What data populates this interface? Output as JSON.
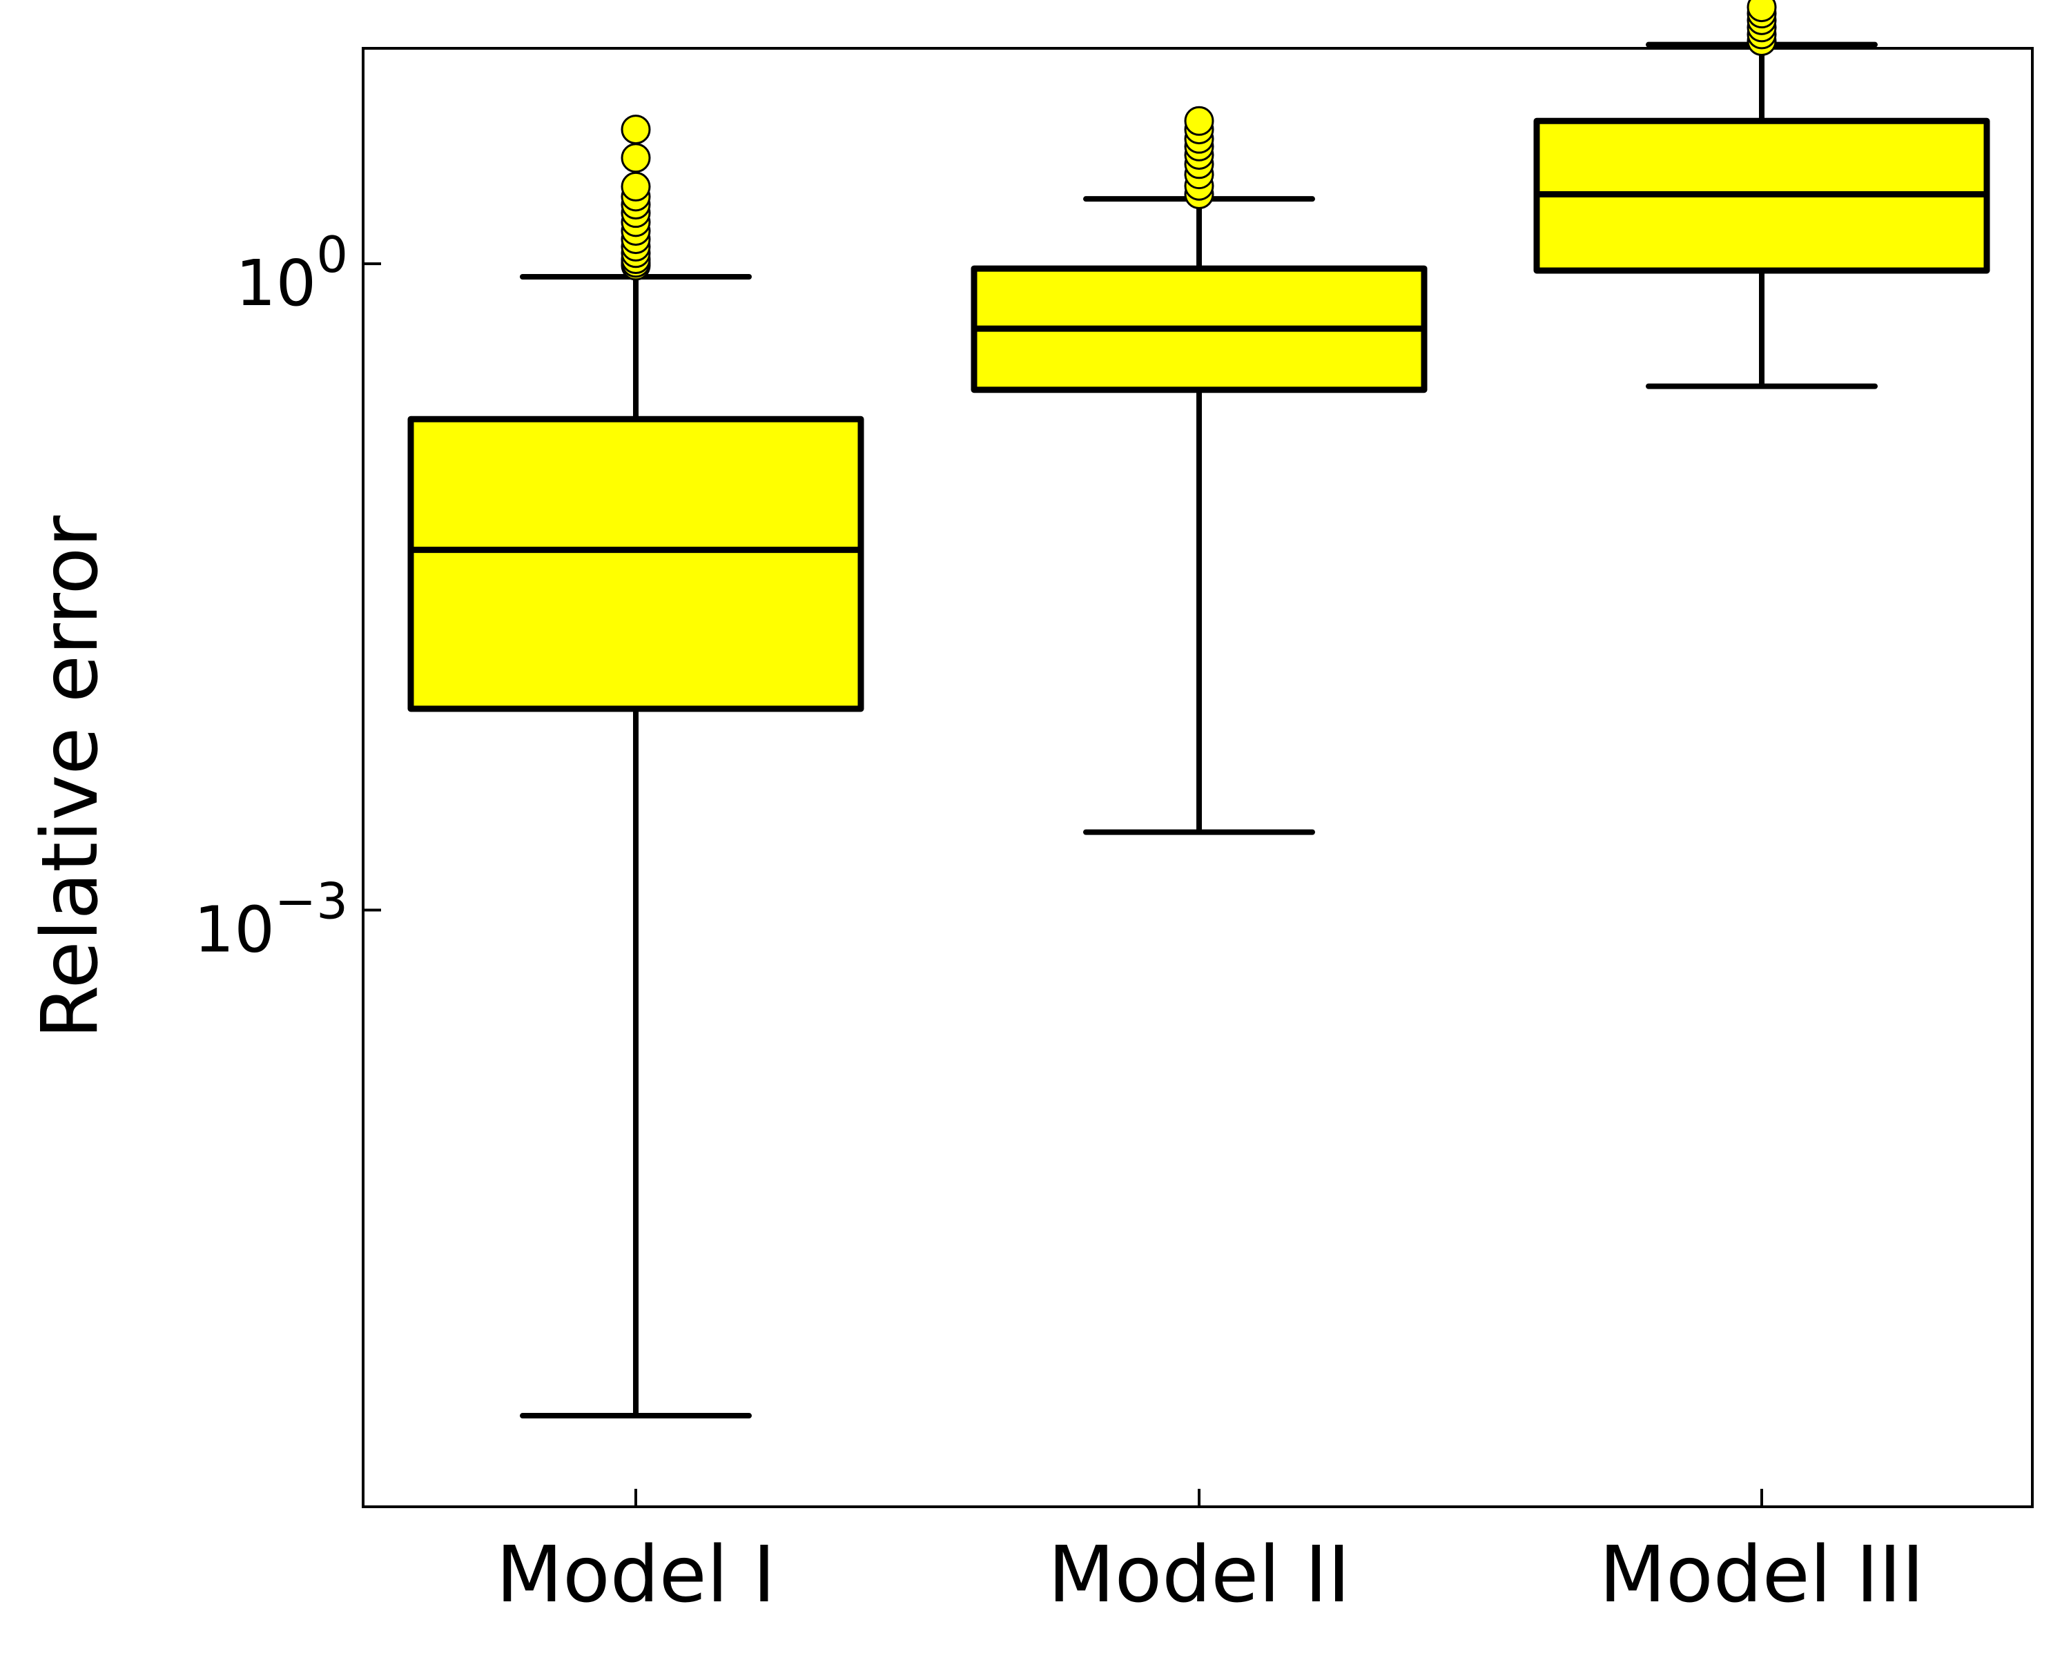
{
  "chart_data": {
    "type": "box",
    "title": "",
    "xlabel": "",
    "ylabel": "Relative error",
    "yscale": "log",
    "ylim": [
      1.7e-06,
      10
    ],
    "yticks": [
      {
        "value": 1,
        "base": "10",
        "exponent": "0"
      },
      {
        "value": 0.001,
        "base": "10",
        "exponent": "−3"
      }
    ],
    "categories": [
      "Model I",
      "Model II",
      "Model III"
    ],
    "boxes": [
      {
        "name": "Model I",
        "whisker_low": 4.5e-06,
        "q1": 0.0086,
        "median": 0.047,
        "q3": 0.19,
        "whisker_high": 0.87,
        "outliers": [
          0.98,
          1.01,
          1.05,
          1.12,
          1.2,
          1.3,
          1.42,
          1.56,
          1.72,
          1.88,
          2.05,
          2.28,
          3.1,
          4.2
        ]
      },
      {
        "name": "Model II",
        "whisker_low": 0.0023,
        "q1": 0.26,
        "median": 0.5,
        "q3": 0.95,
        "whisker_high": 2.0,
        "outliers": [
          2.1,
          2.3,
          2.6,
          2.9,
          3.2,
          3.5,
          3.8,
          4.2,
          4.6
        ]
      },
      {
        "name": "Model III",
        "whisker_low": 0.27,
        "q1": 0.93,
        "median": 2.1,
        "q3": 4.6,
        "whisker_high": 10.4,
        "outliers": [
          10.8,
          11.6,
          12.5,
          13.5,
          14.5,
          15.5
        ]
      }
    ],
    "colors": {
      "box_fill": "#ffff00",
      "outline": "#000000",
      "outlier_fill": "#ffff00"
    },
    "grid": false,
    "legend": "none"
  }
}
